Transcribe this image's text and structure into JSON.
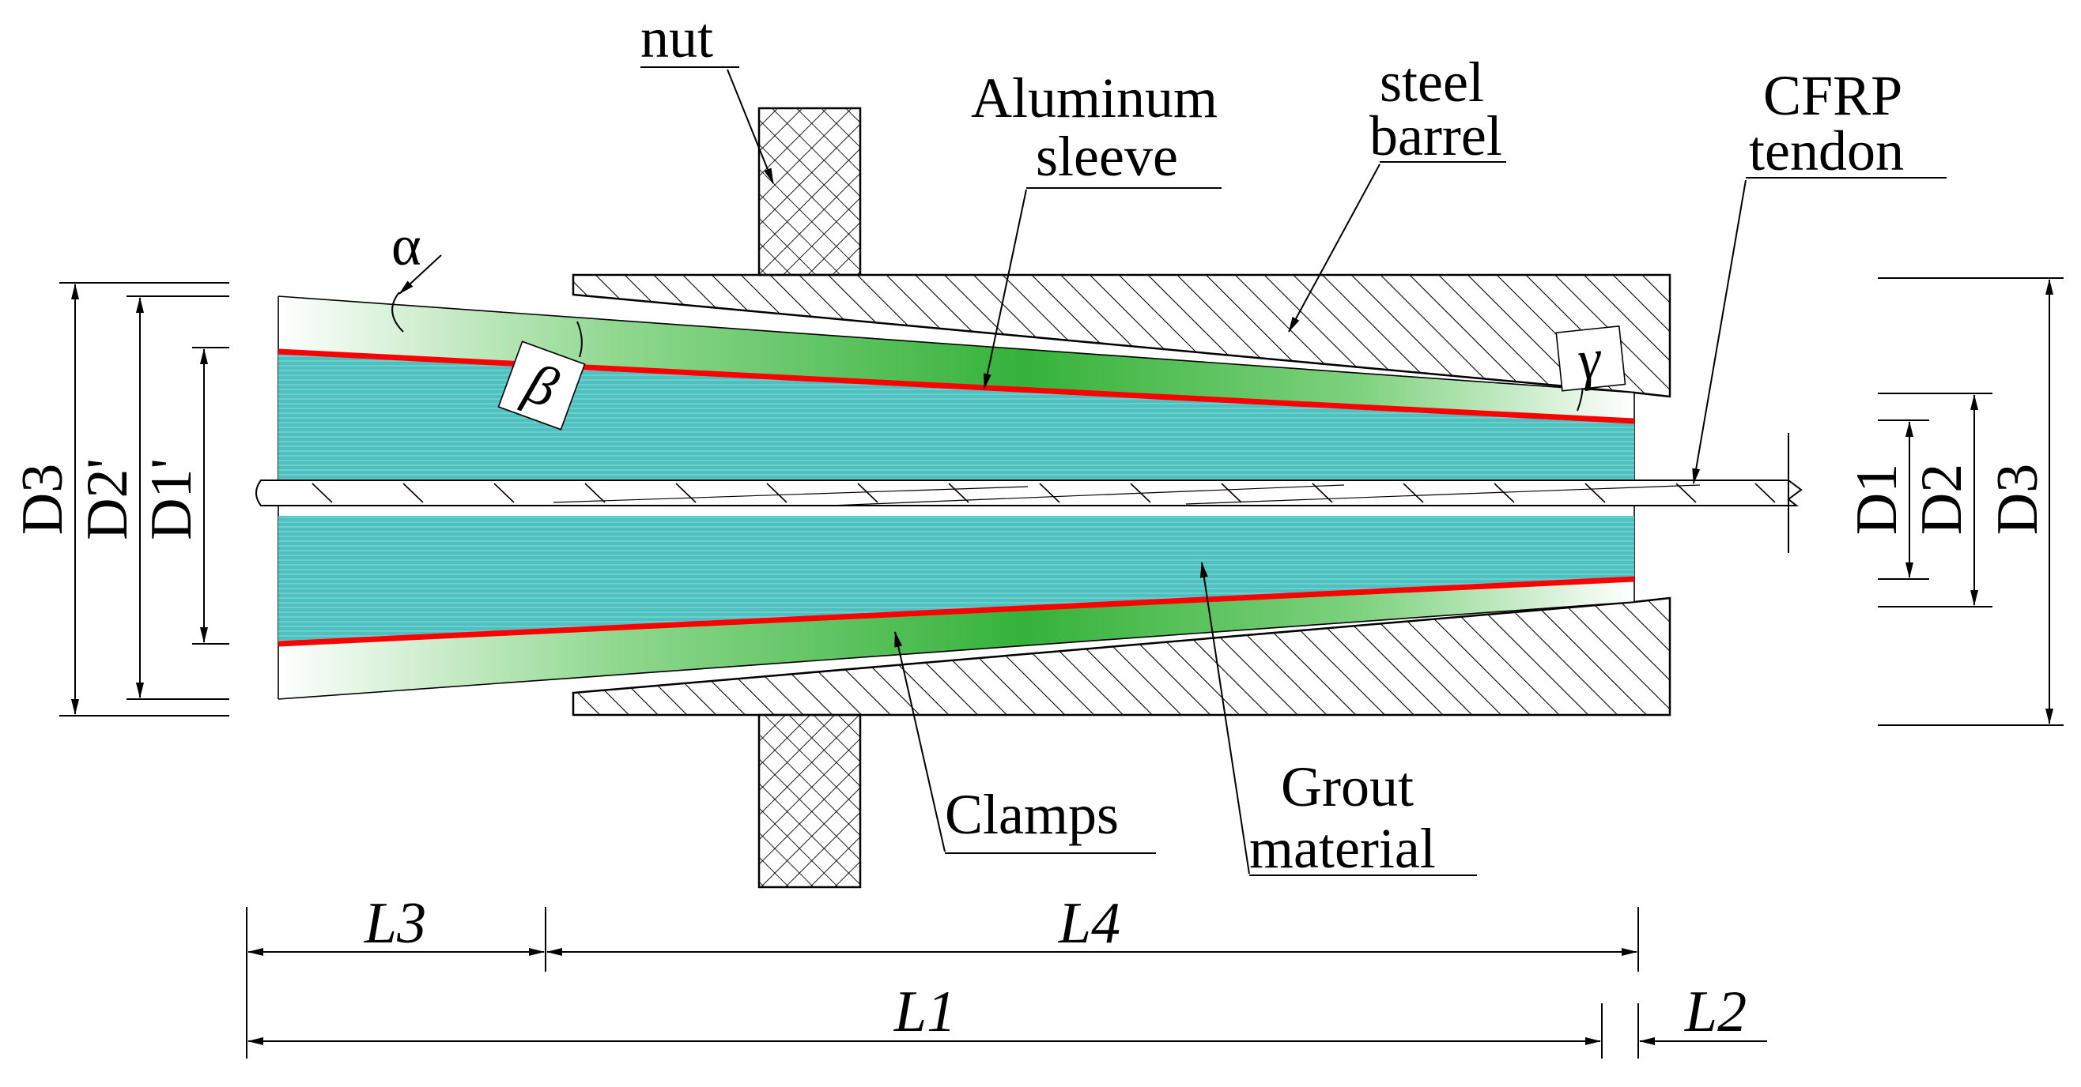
{
  "labels": {
    "nut": "nut",
    "aluminum_line1": "Aluminum",
    "aluminum_line2": "sleeve",
    "steel_line1": "steel",
    "steel_line2": "barrel",
    "cfrp_line1": "CFRP",
    "cfrp_line2": "tendon",
    "clamps": "Clamps",
    "grout_line1": "Grout",
    "grout_line2": "material"
  },
  "angles": {
    "alpha": "α",
    "beta": "β",
    "gamma": "γ"
  },
  "dimensions": {
    "left_outer": "D3",
    "left_mid": "D2'",
    "left_inner": "D1'",
    "right_inner": "D1",
    "right_mid": "D2",
    "right_outer": "D3",
    "L1": "L1",
    "L2": "L2",
    "L3": "L3",
    "L4": "L4"
  },
  "colors": {
    "grout": "#4fc0c0",
    "clamp": "#35b23a",
    "sleeve": "#ff0000",
    "line": "#000000"
  }
}
